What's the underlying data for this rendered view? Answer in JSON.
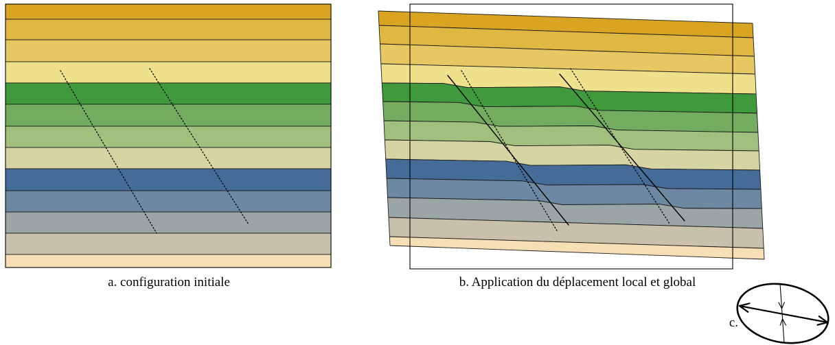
{
  "figure": {
    "panel_a": {
      "caption": "a. configuration initiale"
    },
    "panel_b": {
      "caption": "b. Application du déplacement local et global"
    },
    "panel_c": {
      "label": "c."
    }
  },
  "layers": {
    "colors": [
      "#d9a421",
      "#e0b742",
      "#e7c761",
      "#efe08b",
      "#409a3c",
      "#73ac5f",
      "#a1c07e",
      "#d6d4a2",
      "#456b98",
      "#6d88a2",
      "#9aa6a5",
      "#c9c0ac",
      "#f6dfb4"
    ]
  }
}
